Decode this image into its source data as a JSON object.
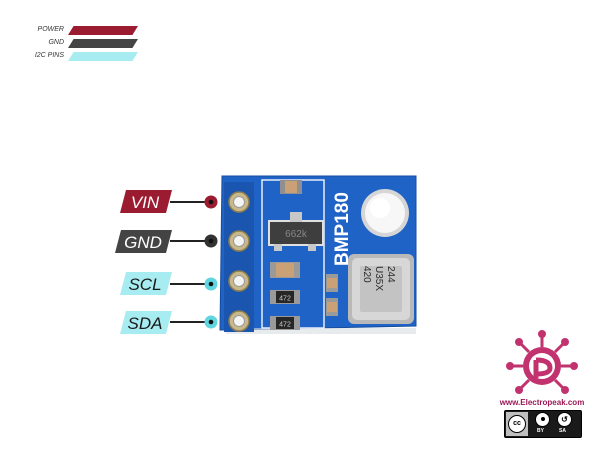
{
  "legend": {
    "items": [
      {
        "label": "POWER",
        "color": "#9b1b30"
      },
      {
        "label": "GND",
        "color": "#444444"
      },
      {
        "label": "I2C PINS",
        "color": "#a6ecf0"
      }
    ]
  },
  "pins": [
    {
      "label": "VIN",
      "fill": "#9b1b30",
      "text_color": "#ffffff",
      "dot": "#9b1b30"
    },
    {
      "label": "GND",
      "fill": "#444444",
      "text_color": "#ffffff",
      "dot": "#333333"
    },
    {
      "label": "SCL",
      "fill": "#a6ecf0",
      "text_color": "#1a1a1a",
      "dot": "#5fd6e0"
    },
    {
      "label": "SDA",
      "fill": "#a6ecf0",
      "text_color": "#1a1a1a",
      "dot": "#5fd6e0"
    }
  ],
  "board": {
    "name": "BMP180",
    "regulator_code": "662k",
    "resistor_code": "472",
    "chip_lines": [
      "420",
      "U35X",
      "244"
    ],
    "color": "#1f63c6"
  },
  "brand": {
    "url": "www.Electropeak.com",
    "color": "#c2326f"
  },
  "license": {
    "cc": "cc",
    "by": "BY",
    "sa": "SA"
  }
}
